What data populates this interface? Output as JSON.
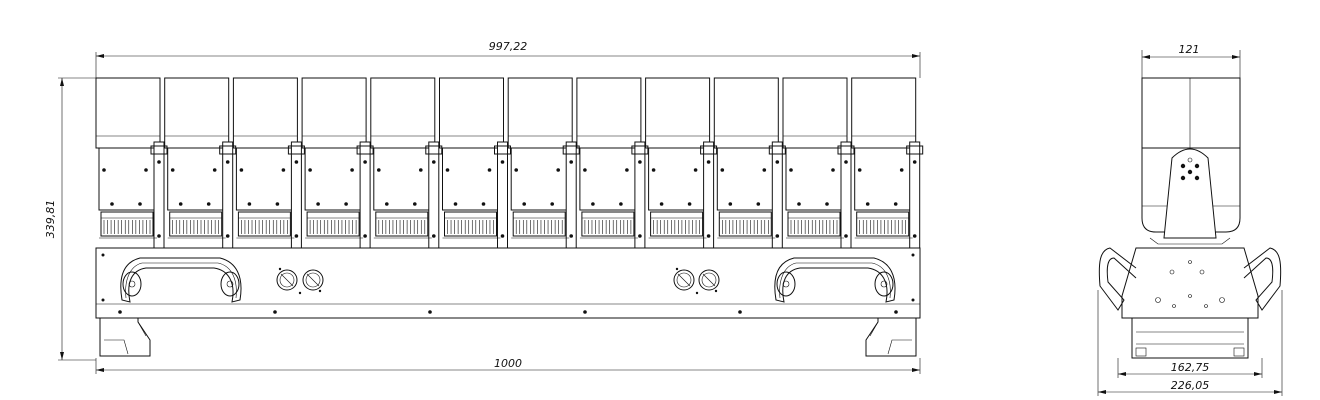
{
  "drawing": {
    "front_view": {
      "width_top": "997,22",
      "width_bottom": "1000",
      "height": "339,81",
      "module_count": 12
    },
    "side_view": {
      "width_top": "121",
      "width_base_inner": "162,75",
      "width_base_outer": "226,05"
    }
  }
}
